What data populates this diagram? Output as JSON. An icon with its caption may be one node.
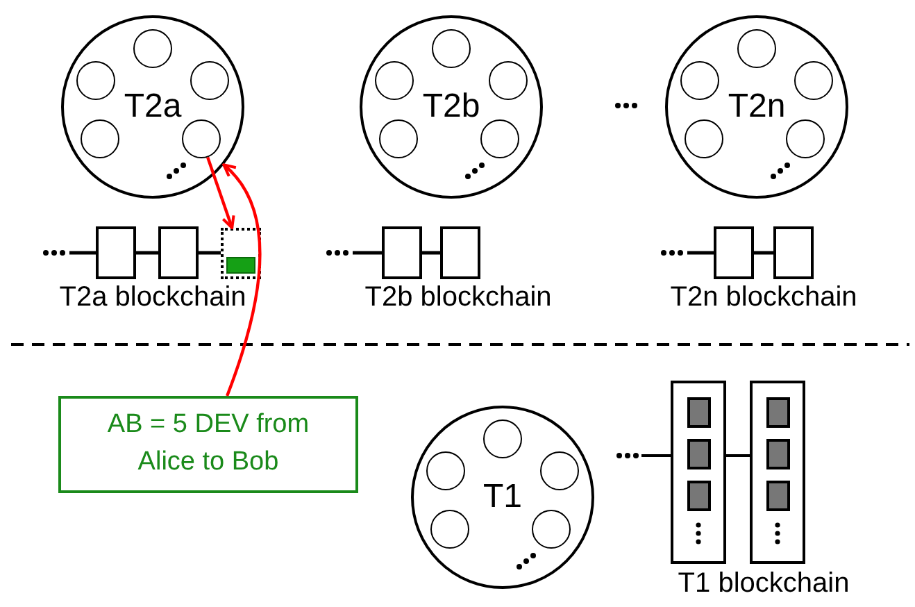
{
  "diagram": {
    "nodes": [
      {
        "text": [
          "T2a"
        ]
      },
      {
        "text": [],
        "shape": "circle",
        "in": 0
      },
      {
        "text": [],
        "shape": "circle",
        "in": 0
      },
      {
        "text": [],
        "shape": "circle",
        "in": 0
      },
      {
        "text": [],
        "shape": "circle",
        "in": 0
      },
      {
        "text": [],
        "shape": "circle",
        "in": 0
      },
      {
        "text": [],
        "shape": "box"
      },
      {
        "text": [
          "T2b"
        ]
      },
      {
        "text": [
          "T2n"
        ]
      },
      {
        "text": [
          "AB = 5 DEV from Alice to Bob"
        ]
      },
      {
        "text": [
          "T1"
        ]
      }
    ],
    "edges": [
      {
        "from": 5,
        "to": 6,
        "arrow": "to"
      },
      {
        "from": 9,
        "to": 0,
        "arrow": "to"
      }
    ],
    "labels": [
      "T2a blockchain",
      "T2b blockchain",
      "T2n blockchain",
      "T1 blockchain"
    ]
  }
}
